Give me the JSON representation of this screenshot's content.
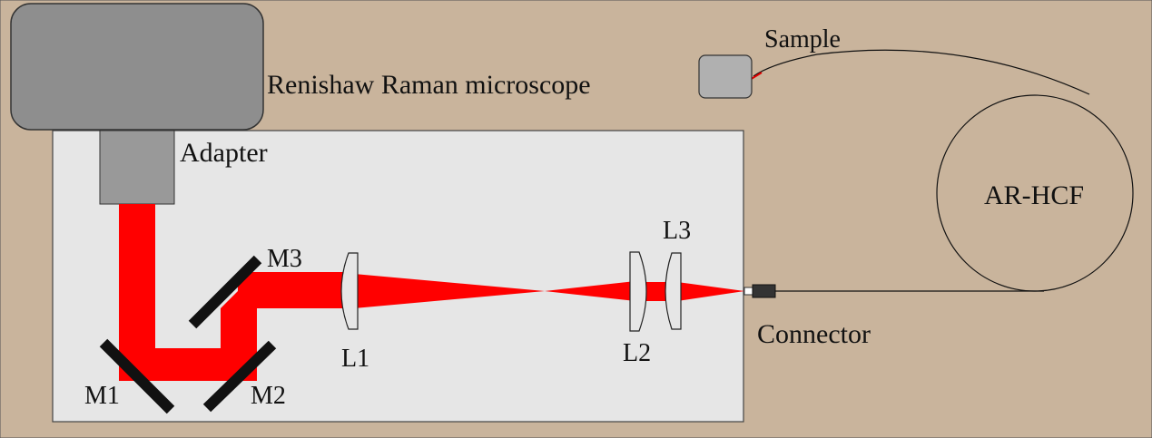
{
  "labels": {
    "microscope": "Renishaw Raman microscope",
    "adapter": "Adapter",
    "sample": "Sample",
    "fiber": "AR-HCF",
    "connector": "Connector",
    "m1": "M1",
    "m2": "M2",
    "m3": "M3",
    "l1": "L1",
    "l2": "L2",
    "l3": "L3"
  },
  "colors": {
    "background": "#c9b49c",
    "enclosure": "#e6e6e6",
    "microscope": "#8e8e8e",
    "adapter": "#999999",
    "sample": "#b0b0b0",
    "beam": "#ff0000",
    "mirror": "#111111",
    "lens": "#e6e6e6",
    "fiber": "#111111",
    "connector": "#333333"
  }
}
